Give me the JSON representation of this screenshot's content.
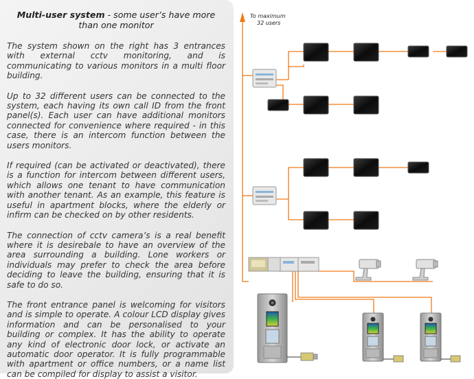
{
  "heading": {
    "bold": "Multi-user system",
    "rest": " - some user’s have more than one monitor"
  },
  "paragraphs": [
    "The system shown on the right has 3 entrances with external cctv monitoring, and is communicating to various monitors in a multi floor building.",
    "Up to 32 different users can be connected to the system, each having its own call ID from the front panel(s). Each user can have additional monitors connected for convenience where required - in this case, there is an intercom function between the users monitors.",
    "If required (can be activated or deactivated), there is a function for intercom between different users, which allows one tenant to have communication with another tenant. As an example, this feature is useful in apartment blocks, where the elderly or infirm can be checked on by other residents.",
    "The connection of cctv camera’s is a real benefit where it is desirebale to have an overview of the area surrounding a building. Lone workers or individuals may prefer to check the area before deciding to leave the building, ensuring that it is safe to do so.",
    "The front entrance panel is welcoming for visitors and is simple to operate. A colour LCD display gives information and can be personalised to your building or complex. It has the ability to operate any kind of electronic door lock, or activate an automatic door operator. It is fully programmable with apartment or office numbers, or a name list can be compiled for display to assist a visitor."
  ],
  "diagram": {
    "max_label_line1": "To maximum",
    "max_label_line2": "32 users",
    "wire_color": "#f07a18"
  }
}
